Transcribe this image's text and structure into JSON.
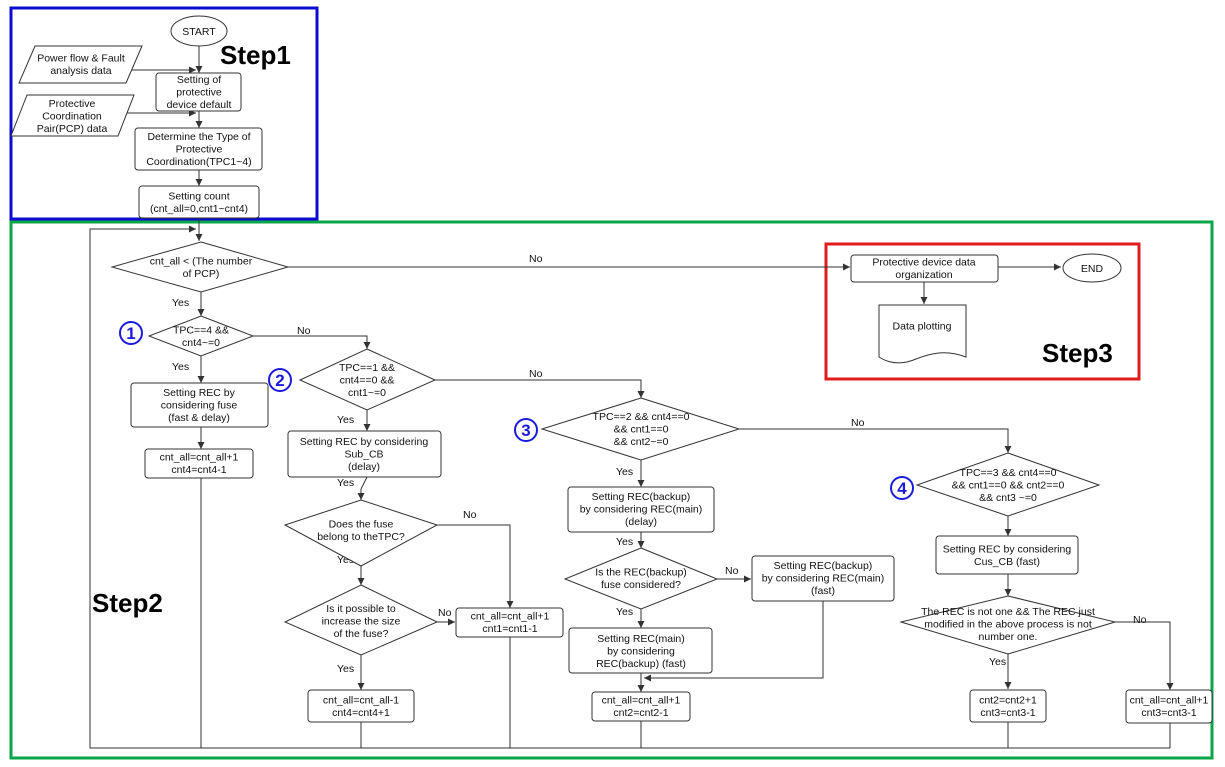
{
  "steps": {
    "step1": "Step1",
    "step2": "Step2",
    "step3": "Step3"
  },
  "colors": {
    "step1_frame": "#0b0bd4",
    "step2_frame": "#0aa64a",
    "step3_frame": "#e01b1b",
    "markers": "#1a1adc"
  },
  "markers": [
    "1",
    "2",
    "3",
    "4"
  ],
  "branch_labels": {
    "yes": "Yes",
    "no": "No"
  },
  "nodes": {
    "start": "START",
    "input_power": [
      "Power flow & Fault",
      "analysis data"
    ],
    "setting_default": [
      "Setting of",
      "protective",
      "device default"
    ],
    "input_pcp": [
      "Protective",
      "Coordination",
      "Pair(PCP) data"
    ],
    "determine_type": [
      "Determine the Type of",
      "Protective",
      "Coordination(TPC1~4)"
    ],
    "setting_count": [
      "Setting count",
      "(cnt_all=0,cnt1~cnt4)"
    ],
    "loop_cond": [
      "cnt_all < (The number",
      "of PCP)"
    ],
    "cond1": [
      "TPC==4 &&",
      "cnt4~=0"
    ],
    "rec_fuse": [
      "Setting REC by",
      "considering fuse",
      "(fast & delay)"
    ],
    "cnt4_dec": [
      "cnt_all=cnt_all+1",
      "cnt4=cnt4-1"
    ],
    "cond2": [
      "TPC==1 &&",
      "cnt4==0 &&",
      "cnt1~=0"
    ],
    "rec_subcb": [
      "Setting REC by considering",
      "Sub_CB",
      "(delay)"
    ],
    "fuse_belong": [
      "Does the fuse",
      "belong to theTPC?"
    ],
    "increase_fuse": [
      "Is it possible to",
      "increase the size",
      "of the fuse?"
    ],
    "cnt1_dec": [
      "cnt_all=cnt_all+1",
      "cnt1=cnt1-1"
    ],
    "cnt4_inc": [
      "cnt_all=cnt_all-1",
      "cnt4=cnt4+1"
    ],
    "cond3": [
      "TPC==2 && cnt4==0",
      "&& cnt1==0",
      "&& cnt2~=0"
    ],
    "rec_backup_delay": [
      "Setting REC(backup)",
      "by considering REC(main)",
      "(delay)"
    ],
    "backup_fuse": [
      "Is the REC(backup)",
      "fuse considered?"
    ],
    "rec_backup_fast": [
      "Setting REC(backup)",
      "by considering REC(main)",
      "(fast)"
    ],
    "rec_main_fast": [
      "Setting REC(main)",
      "by considering",
      "REC(backup) (fast)"
    ],
    "cnt2_dec": [
      "cnt_all=cnt_all+1",
      "cnt2=cnt2-1"
    ],
    "cond4": [
      "TPC==3 && cnt4==0",
      "&& cnt1==0 && cnt2==0",
      "&& cnt3 ~=0"
    ],
    "rec_cuscb": [
      "Setting REC by considering",
      "Cus_CB (fast)"
    ],
    "rec_not_one": [
      "The REC is not one && The REC just",
      "modified in the above process is not",
      "number one."
    ],
    "cnt2_inc": [
      "cnt2=cnt2+1",
      "cnt3=cnt3-1"
    ],
    "cnt3_dec": [
      "cnt_all=cnt_all+1",
      "cnt3=cnt3-1"
    ],
    "organize": [
      "Protective device data",
      "organization"
    ],
    "end": "END",
    "plotting": [
      "Data plotting"
    ]
  }
}
